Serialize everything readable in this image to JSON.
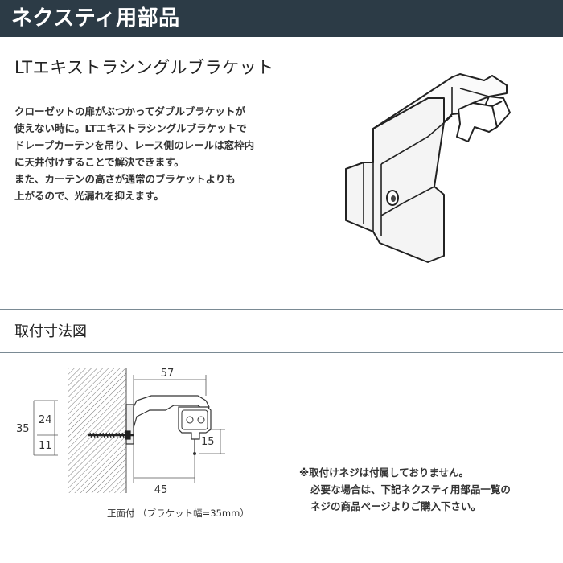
{
  "header": {
    "title": "ネクスティ用部品"
  },
  "product": {
    "title": "LTエキストラシングルブラケット",
    "description": [
      "クローゼットの扉がぶつかってダブルブラケットが",
      "使えない時に。LTエキストラシングルブラケットで",
      "ドレープカーテンを吊り、レース側のレールは窓枠内",
      "に天井付けすることで解決できます。",
      "また、カーテンの高さが通常のブラケットよりも",
      "上がるので、光漏れを抑えます。"
    ]
  },
  "section": {
    "title": "取付寸法図"
  },
  "diagram": {
    "dims": {
      "width_top": "57",
      "height_total": "35",
      "height_upper": "24",
      "height_lower": "11",
      "rail_height": "15",
      "width_bottom": "45"
    },
    "caption": "正面付 （ブラケット幅=35mm）"
  },
  "note": [
    "※取付けネジは付属しておりません。",
    "必要な場合は、下記ネクスティ用部品一覧の",
    "ネジの商品ページよりご購入下さい。"
  ]
}
